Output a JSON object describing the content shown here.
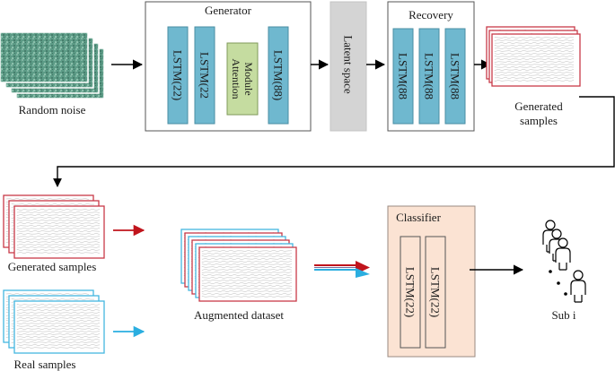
{
  "inputs": {
    "random_noise_label": "Random noise",
    "generated_samples_top_line1": "Generated",
    "generated_samples_top_line2": "samples",
    "generated_samples_label": "Generated samples",
    "real_samples_label": "Real samples"
  },
  "generator": {
    "title": "Generator",
    "lstm1": "LSTM(22)",
    "lstm2": "LSTM(22",
    "attention_line1": "Attention",
    "attention_line2": "Module",
    "lstm3": "LSTM(88)"
  },
  "latent": {
    "label": "Latent space"
  },
  "recovery": {
    "title": "Recovery",
    "lstm1": "LSTM(88",
    "lstm2": "LSTM(88",
    "lstm3": "LSTM(88"
  },
  "augmented": {
    "label": "Augmented dataset"
  },
  "classifier": {
    "title": "Classifier",
    "lstm1": "LSTM(22)",
    "lstm2": "LSTM(22)"
  },
  "subject": {
    "label": "Sub i"
  },
  "colors": {
    "lstm_fill": "#6fb8cf",
    "attention_fill": "#c5dca0",
    "latent_fill": "#d4d4d4",
    "classifier_fill": "#fbe3d3",
    "generated_border": "#c83a48",
    "real_border": "#44b7e0",
    "noise_fill": "#5c9b86",
    "arrow_red": "#c0141c",
    "arrow_blue": "#2aaee0"
  }
}
